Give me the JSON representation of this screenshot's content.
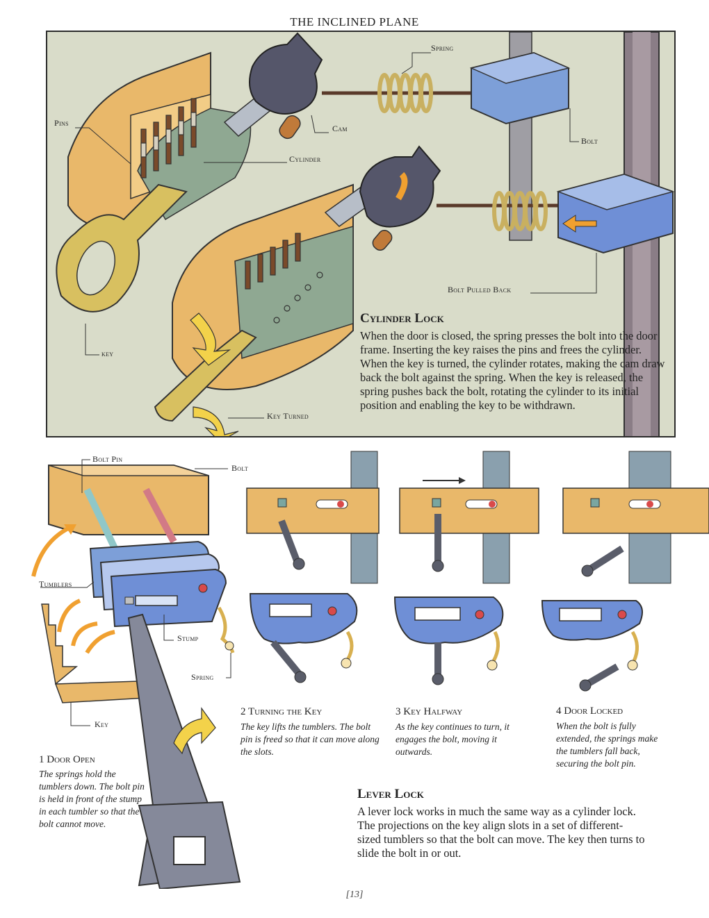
{
  "header": {
    "running_title": "THE INCLINED PLANE"
  },
  "cylinder": {
    "title": "Cylinder Lock",
    "text": "When the door is closed, the spring presses the bolt into the door frame. Inserting the key raises the pins and frees the cylinder. When the key is turned, the cylinder rotates, making the cam draw back the bolt against the spring. When the key is released, the spring pushes back the bolt, rotating the cylinder to its initial position and enabling the key to be withdrawn.",
    "labels": {
      "spring": "Spring",
      "pins": "Pins",
      "cam": "Cam",
      "bolt": "Bolt",
      "cylinder": "Cylinder",
      "bolt_pulled_back": "Bolt Pulled Back",
      "key": "key",
      "key_turned": "Key Turned"
    }
  },
  "lever": {
    "title": "Lever Lock",
    "text": "A lever lock works in much the same way as a cylinder lock. The projections on the key align slots in a set of different-sized tumblers so that the bolt can move. The key then turns to slide the bolt in or out.",
    "labels": {
      "bolt_pin": "Bolt Pin",
      "bolt": "Bolt",
      "tumblers": "Tumblers",
      "stump": "Stump",
      "spring": "Spring",
      "key": "Key"
    },
    "steps": [
      {
        "title": "1 Door Open",
        "text": "The springs hold the tumblers down. The bolt pin is held in front of the stump in each tumbler so that the bolt cannot move."
      },
      {
        "title": "2 Turning the Key",
        "text": "The key lifts the tumblers. The bolt pin is freed so that it can move along the slots."
      },
      {
        "title": "3 Key Halfway",
        "text": "As the key continues to turn, it engages the bolt, moving it outwards."
      },
      {
        "title": "4 Door Locked",
        "text": "When the bolt is fully extended, the springs make the tumblers fall back, securing the bolt pin."
      }
    ]
  },
  "footer": {
    "page_number": "[13]"
  },
  "colors": {
    "brass": "#e0c36a",
    "wood": "#e9b86a",
    "steel_blue": "#6f8fd6",
    "cam_gray": "#55566a",
    "orange": "#f0a030",
    "yellow": "#f3d24a",
    "green": "#8fa892",
    "panel_bg": "#d9dcc9"
  }
}
